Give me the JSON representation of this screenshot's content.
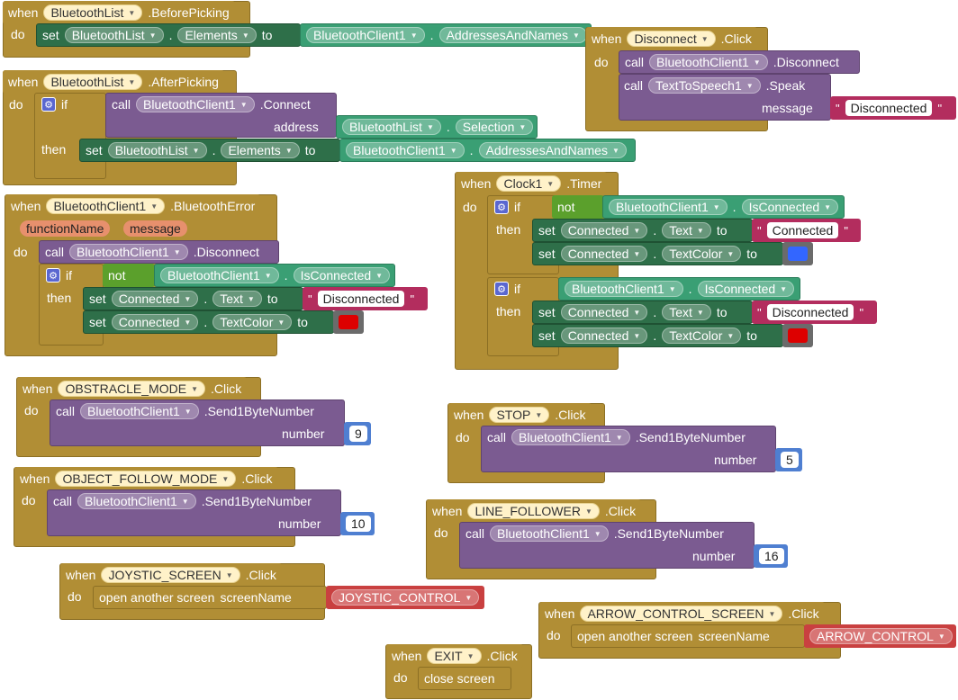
{
  "kw": {
    "when": "when",
    "do": "do",
    "then": "then",
    "if": "if",
    "not": "not",
    "call": "call",
    "set": "set",
    "to": "to",
    "address": "address",
    "message": "message",
    "number": "number",
    "click": ".Click",
    "screenName": "screenName",
    "openScreen": "open another screen",
    "closeScreen": "close screen",
    "quote": "\""
  },
  "components": {
    "bluetoothList": "BluetoothList",
    "btClient": "BluetoothClient1",
    "disconnectBtn": "Disconnect",
    "tts": "TextToSpeech1",
    "clock": "Clock1",
    "connected": "Connected",
    "obstracle": "OBSTRACLE_MODE",
    "objectFollow": "OBJECT_FOLLOW_MODE",
    "stop": "STOP",
    "lineFollower": "LINE_FOLLOWER",
    "joysticScreen": "JOYSTIC_SCREEN",
    "arrowScreen": "ARROW_CONTROL_SCREEN",
    "exit": "EXIT"
  },
  "events": {
    "beforePicking": ".BeforePicking",
    "afterPicking": ".AfterPicking",
    "btError": ".BluetoothError",
    "timer": ".Timer"
  },
  "props": {
    "elements": "Elements",
    "addressesAndNames": "AddressesAndNames",
    "selection": "Selection",
    "isConnected": "IsConnected",
    "text": "Text",
    "textColor": "TextColor"
  },
  "methods": {
    "connect": ".Connect",
    "disconnect": ".Disconnect",
    "speak": ".Speak",
    "send1Byte": ".Send1ByteNumber"
  },
  "params": {
    "functionName": "functionName",
    "message": "message"
  },
  "strings": {
    "disconnected": "Disconnected",
    "connected": "Connected",
    "joysticControl": "JOYSTIC_CONTROL",
    "arrowControl": "ARROW_CONTROL"
  },
  "numbers": {
    "obstracle": "9",
    "objectFollow": "10",
    "stop": "5",
    "lineFollower": "16"
  },
  "colors": {
    "blue": "#3366ff",
    "red": "#dd0000",
    "eventBlock": "#b18e35",
    "procedureBlock": "#7b5b91",
    "variableBlock": "#2e6f49"
  }
}
